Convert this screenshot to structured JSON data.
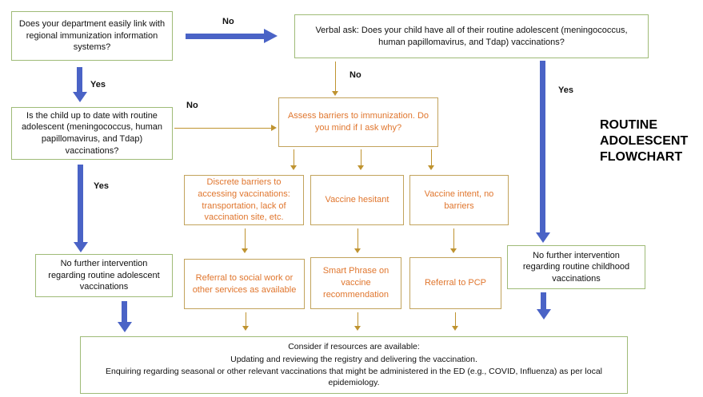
{
  "title": "ROUTINE ADOLESCENT FLOWCHART",
  "colors": {
    "green_border": "#9fbb77",
    "gold_border": "#c2a35c",
    "gold_arrow": "#bf9330",
    "orange_text": "#e0762e",
    "blue_arrow": "#4a63c6"
  },
  "boxes": {
    "dept_link": "Does your department easily link with regional immunization information systems?",
    "verbal_ask": "Verbal ask: Does your child have all of their routine adolescent (meningococcus, human papillomavirus, and Tdap) vaccinations?",
    "child_up_to_date": "Is the child up to date with routine adolescent (meningococcus, human papillomavirus, and Tdap) vaccinations?",
    "assess_barriers": "Assess barriers to immunization.  Do you mind if I ask why?",
    "discrete_barriers": "Discrete barriers to accessing vaccinations:  transportation, lack of vaccination site, etc.",
    "vaccine_hesitant": "Vaccine hesitant",
    "vaccine_intent": "Vaccine intent, no barriers",
    "referral_social_work": "Referral to social work or other services as available",
    "smart_phrase": "Smart Phrase on vaccine recommendation",
    "referral_pcp": "Referral to PCP",
    "no_intervention_adolescent": "No further intervention regarding routine adolescent vaccinations",
    "no_intervention_childhood": "No further intervention regarding routine childhood vaccinations",
    "consider_line1": "Consider if resources are available:",
    "consider_line2": "Updating and reviewing the registry and delivering the vaccination.",
    "consider_line3": "Enquiring regarding seasonal or other relevant vaccinations that might be administered in the ED (e.g., COVID, Influenza) as per local epidemiology."
  },
  "labels": {
    "no_dept_to_verbal": "No",
    "yes_dept_to_child": "Yes",
    "no_child_to_assess": "No",
    "no_verbal_to_assess": "No",
    "yes_child_to_none": "Yes",
    "yes_verbal_to_none": "Yes"
  }
}
